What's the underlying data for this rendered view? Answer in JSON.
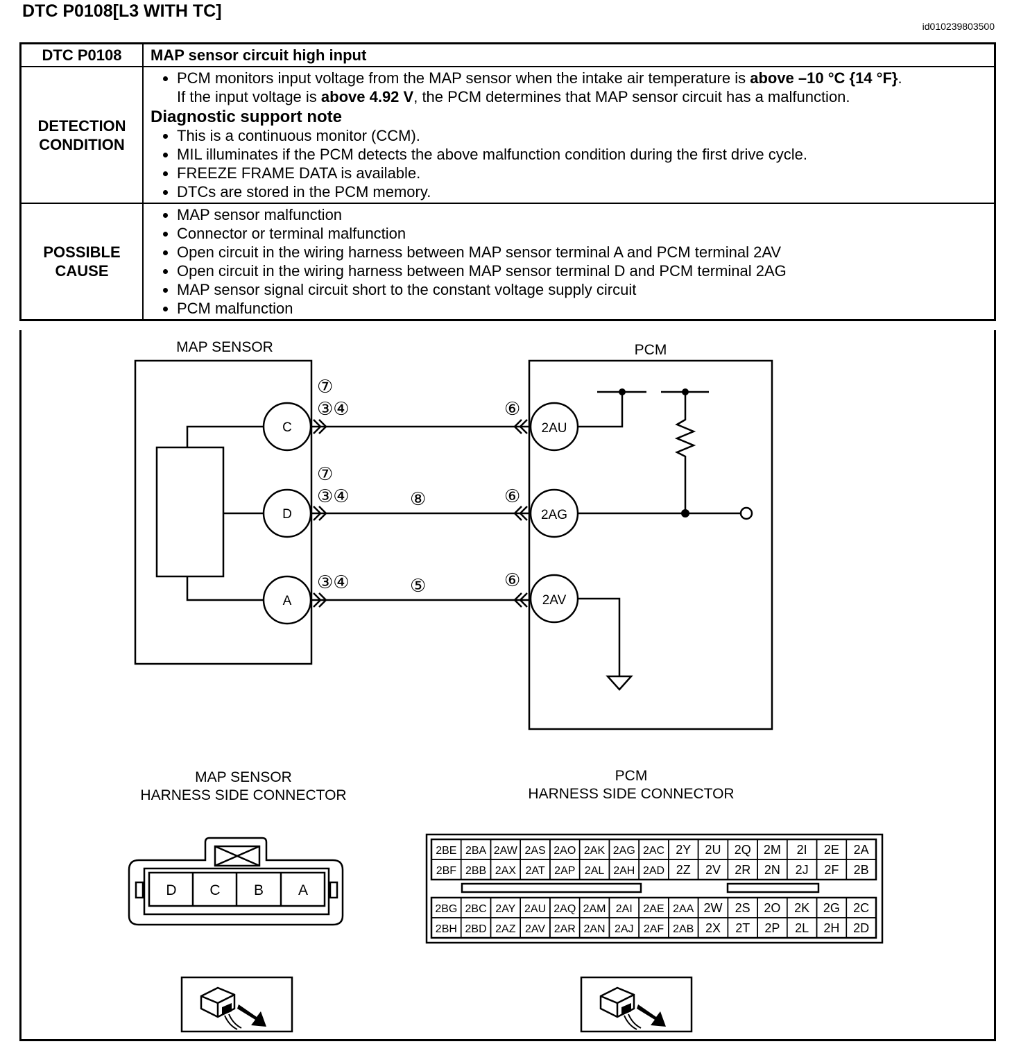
{
  "header": {
    "title": "DTC P0108[L3 WITH TC]",
    "doc_id": "id010239803500"
  },
  "table": {
    "code": "DTC P0108",
    "name": "MAP sensor circuit high input",
    "detection": {
      "label_line1": "DETECTION",
      "label_line2": "CONDITION",
      "p1_pre": "PCM monitors input voltage from the MAP sensor when the intake air temperature is ",
      "p1_bold": "above –10 °C {14 °F}",
      "p1_post": ".",
      "p2_pre": "If the input voltage is ",
      "p2_bold": "above 4.92 V",
      "p2_post": ", the PCM determines that MAP sensor circuit has a malfunction.",
      "note_title": "Diagnostic support note",
      "notes": [
        "This is a continuous monitor (CCM).",
        "MIL illuminates if the PCM detects the above malfunction condition during the first drive cycle.",
        "FREEZE FRAME DATA is available.",
        "DTCs are stored in the PCM memory."
      ]
    },
    "cause": {
      "label_line1": "POSSIBLE",
      "label_line2": "CAUSE",
      "items": [
        "MAP sensor malfunction",
        "Connector or terminal malfunction",
        "Open circuit in the wiring harness between MAP sensor terminal A and PCM terminal 2AV",
        "Open circuit in the wiring harness between MAP sensor terminal D and PCM terminal 2AG",
        "MAP sensor signal circuit short to the constant voltage supply circuit",
        "PCM malfunction"
      ]
    }
  },
  "diagram": {
    "map_label": "MAP SENSOR",
    "pcm_label": "PCM",
    "map_terminals": [
      "C",
      "D",
      "A"
    ],
    "pcm_terminals": [
      "2AU",
      "2AG",
      "2AV"
    ],
    "refs": {
      "r7": "⑦",
      "r34": "③④",
      "r6": "⑥",
      "r8": "⑧",
      "r5": "⑤"
    }
  },
  "connectors": {
    "map_title_line1": "MAP SENSOR",
    "map_title_line2": "HARNESS SIDE CONNECTOR",
    "map_pins": [
      "D",
      "C",
      "B",
      "A"
    ],
    "pcm_title_line1": "PCM",
    "pcm_title_line2": "HARNESS SIDE CONNECTOR",
    "pcm_rows": [
      [
        "2BE",
        "2BA",
        "2AW",
        "2AS",
        "2AO",
        "2AK",
        "2AG",
        "2AC",
        "2Y",
        "2U",
        "2Q",
        "2M",
        "2I",
        "2E",
        "2A"
      ],
      [
        "2BF",
        "2BB",
        "2AX",
        "2AT",
        "2AP",
        "2AL",
        "2AH",
        "2AD",
        "2Z",
        "2V",
        "2R",
        "2N",
        "2J",
        "2F",
        "2B"
      ],
      [
        "2BG",
        "2BC",
        "2AY",
        "2AU",
        "2AQ",
        "2AM",
        "2AI",
        "2AE",
        "2AA",
        "2W",
        "2S",
        "2O",
        "2K",
        "2G",
        "2C"
      ],
      [
        "2BH",
        "2BD",
        "2AZ",
        "2AV",
        "2AR",
        "2AN",
        "2AJ",
        "2AF",
        "2AB",
        "2X",
        "2T",
        "2P",
        "2L",
        "2H",
        "2D"
      ]
    ]
  }
}
